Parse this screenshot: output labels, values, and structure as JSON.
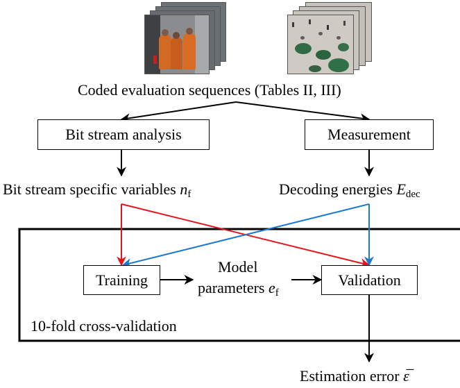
{
  "nodes": {
    "coded_sequences_label": "Coded evaluation sequences (Tables II, III)",
    "bit_stream_analysis": "Bit stream analysis",
    "measurement": "Measurement",
    "bit_stream_variables": {
      "text": "Bit stream specific variables ",
      "symbol": "n",
      "subscript": "f"
    },
    "decoding_energies": {
      "text": "Decoding energies ",
      "symbol": "E",
      "subscript": "dec"
    },
    "training": "Training",
    "model_parameters_line1": "Model",
    "model_parameters_line2": {
      "text": "parameters ",
      "symbol": "e",
      "subscript": "f"
    },
    "validation": "Validation",
    "cross_validation_label": "10-fold cross-validation",
    "estimation_error": {
      "text": "Estimation error ",
      "symbol": "ε̅"
    }
  },
  "colors": {
    "red_arrow": "#e8141c",
    "blue_arrow": "#1f78c8",
    "black_arrow": "#000000"
  },
  "images": [
    "astronaut-video-frames",
    "cafe-plaza-video-frames"
  ]
}
